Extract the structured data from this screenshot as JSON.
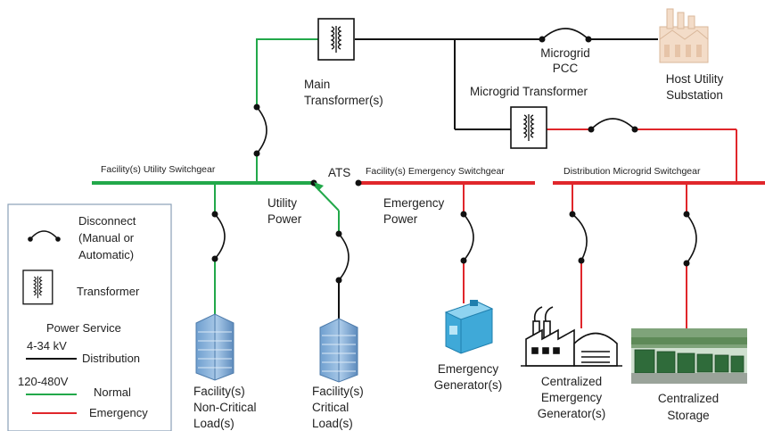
{
  "colors": {
    "distribution": "#111111",
    "normal": "#22a84a",
    "emergency": "#e0262b"
  },
  "labels": {
    "main_transformer": [
      "Main",
      "Transformer(s)"
    ],
    "microgrid_pcc": [
      "Microgrid",
      "PCC"
    ],
    "microgrid_transformer": "Microgrid Transformer",
    "host_utility": [
      "Host Utility",
      "Substation"
    ],
    "facility_utility_switchgear": "Facility(s) Utility  Switchgear",
    "ats": "ATS",
    "facility_emergency_switchgear": "Facility(s) Emergency Switchgear",
    "distribution_microgrid_switchgear": "Distribution  Microgrid Switchgear",
    "utility_power": [
      "Utility",
      "Power"
    ],
    "emergency_power": [
      "Emergency",
      "Power"
    ],
    "noncritical_load": [
      "Facility(s)",
      "Non-Critical",
      "Load(s)"
    ],
    "critical_load": [
      "Facility(s)",
      "Critical",
      "Load(s)"
    ],
    "emergency_generator": [
      "Emergency",
      "Generator(s)"
    ],
    "centralized_emergency_generator": [
      "Centralized",
      "Emergency",
      "Generator(s)"
    ],
    "centralized_storage": [
      "Centralized",
      "Storage"
    ]
  },
  "legend": {
    "disconnect": [
      "Disconnect",
      "(Manual or",
      "Automatic)"
    ],
    "transformer": "Transformer",
    "power_service": "Power Service",
    "distribution_voltage": "4-34 kV",
    "distribution": "Distribution",
    "normal_voltage": "120-480V",
    "normal": "Normal",
    "emergency": "Emergency"
  }
}
